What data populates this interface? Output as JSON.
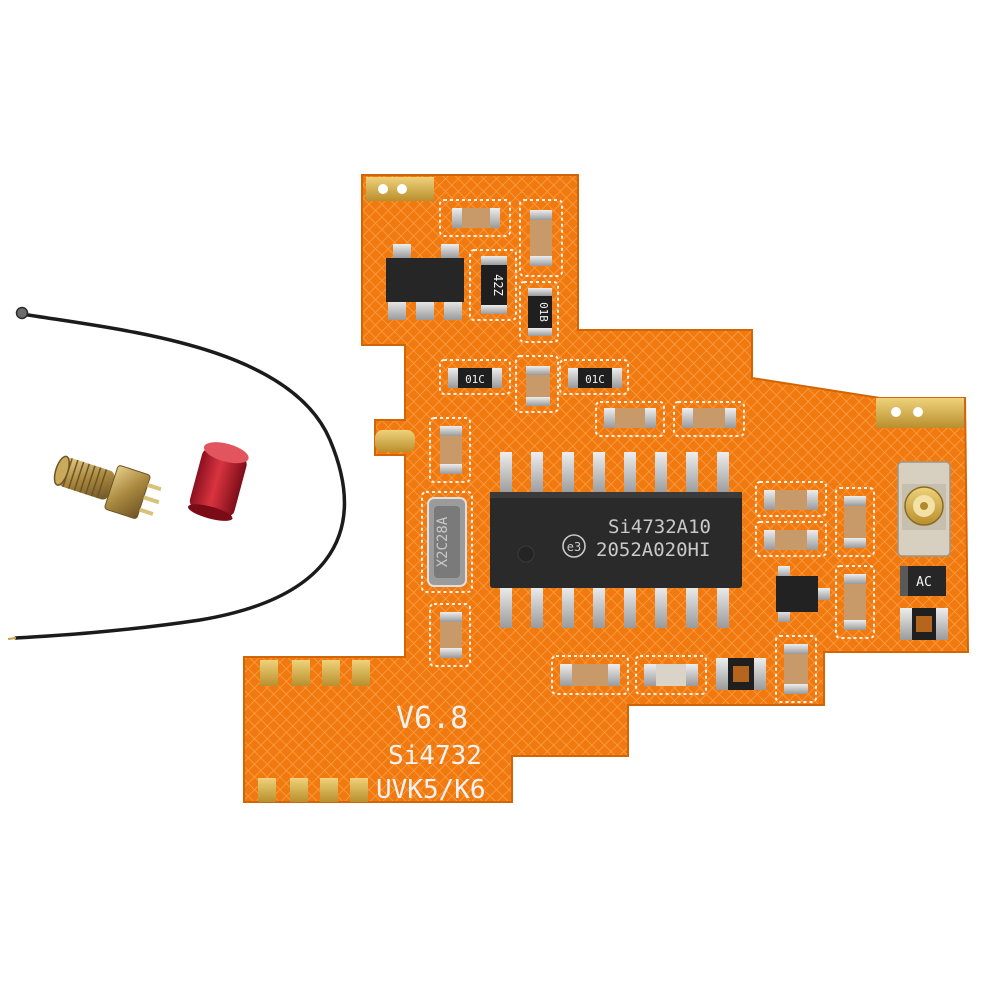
{
  "pcb": {
    "version_label": "V6.8",
    "chip_label": "Si4732",
    "model_label": "UVK5/K6",
    "main_ic": {
      "line1": "Si4732A10",
      "line2": "2052A020HI",
      "mark": "e3"
    },
    "crystal_label": "X2C28A",
    "resistor_labels": [
      "42Z",
      "01B",
      "01C",
      "01C"
    ],
    "diode_label": "AC"
  },
  "colors": {
    "background": "#ffffff",
    "flex_pcb": "#f07a10",
    "gold_pad": "#d8b24a",
    "chip_body": "#2a2a2a",
    "pin_tin": "#c8c8c8",
    "silkscreen": "#f3f3f3",
    "dust_cap": "#c4202e",
    "sma_brass": "#b89a54",
    "cable": "#1b1b1b"
  }
}
